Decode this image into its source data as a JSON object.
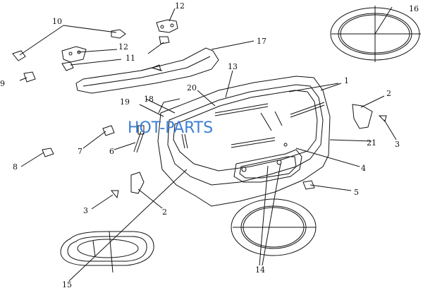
{
  "watermark": "HOT-PARTS",
  "callouts": [
    "1",
    "2",
    "2",
    "3",
    "3",
    "4",
    "5",
    "6",
    "7",
    "8",
    "9",
    "10",
    "11",
    "12",
    "12",
    "14",
    "15",
    "16",
    "17",
    "18",
    "19",
    "20",
    "21"
  ]
}
